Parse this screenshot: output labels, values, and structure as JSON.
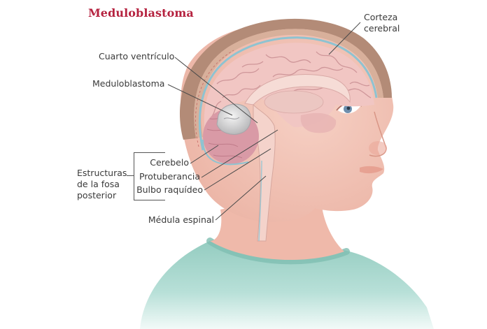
{
  "title": "Meduloblastoma",
  "labels": {
    "corteza_line1": "Corteza",
    "corteza_line2": "cerebral",
    "cuarto_ventriculo": "Cuarto ventrículo",
    "meduloblastoma": "Meduloblastoma",
    "cerebelo": "Cerebelo",
    "protuberancia": "Protuberancia",
    "bulbo_raquideo": "Bulbo raquídeo",
    "medula_espinal": "Médula espinal",
    "estructuras_line1": "Estructuras",
    "estructuras_line2": "de la fosa",
    "estructuras_line3": "posterior"
  },
  "colors": {
    "title": "#b5223f",
    "skin": "#f2c3b5",
    "skin_shadow": "#e7a99a",
    "hair": "#b08a74",
    "meninges": "#8ec3d1",
    "brain": "#f0c4c2",
    "brain_fold": "#c98e92",
    "cerebellum": "#d99aa6",
    "tumor": "#d8d8d8",
    "shirt": "#9fd3c8",
    "shirt_dark": "#7fbeb2",
    "leader_line": "#4a4a4a",
    "label_text": "#3a3a3a"
  }
}
